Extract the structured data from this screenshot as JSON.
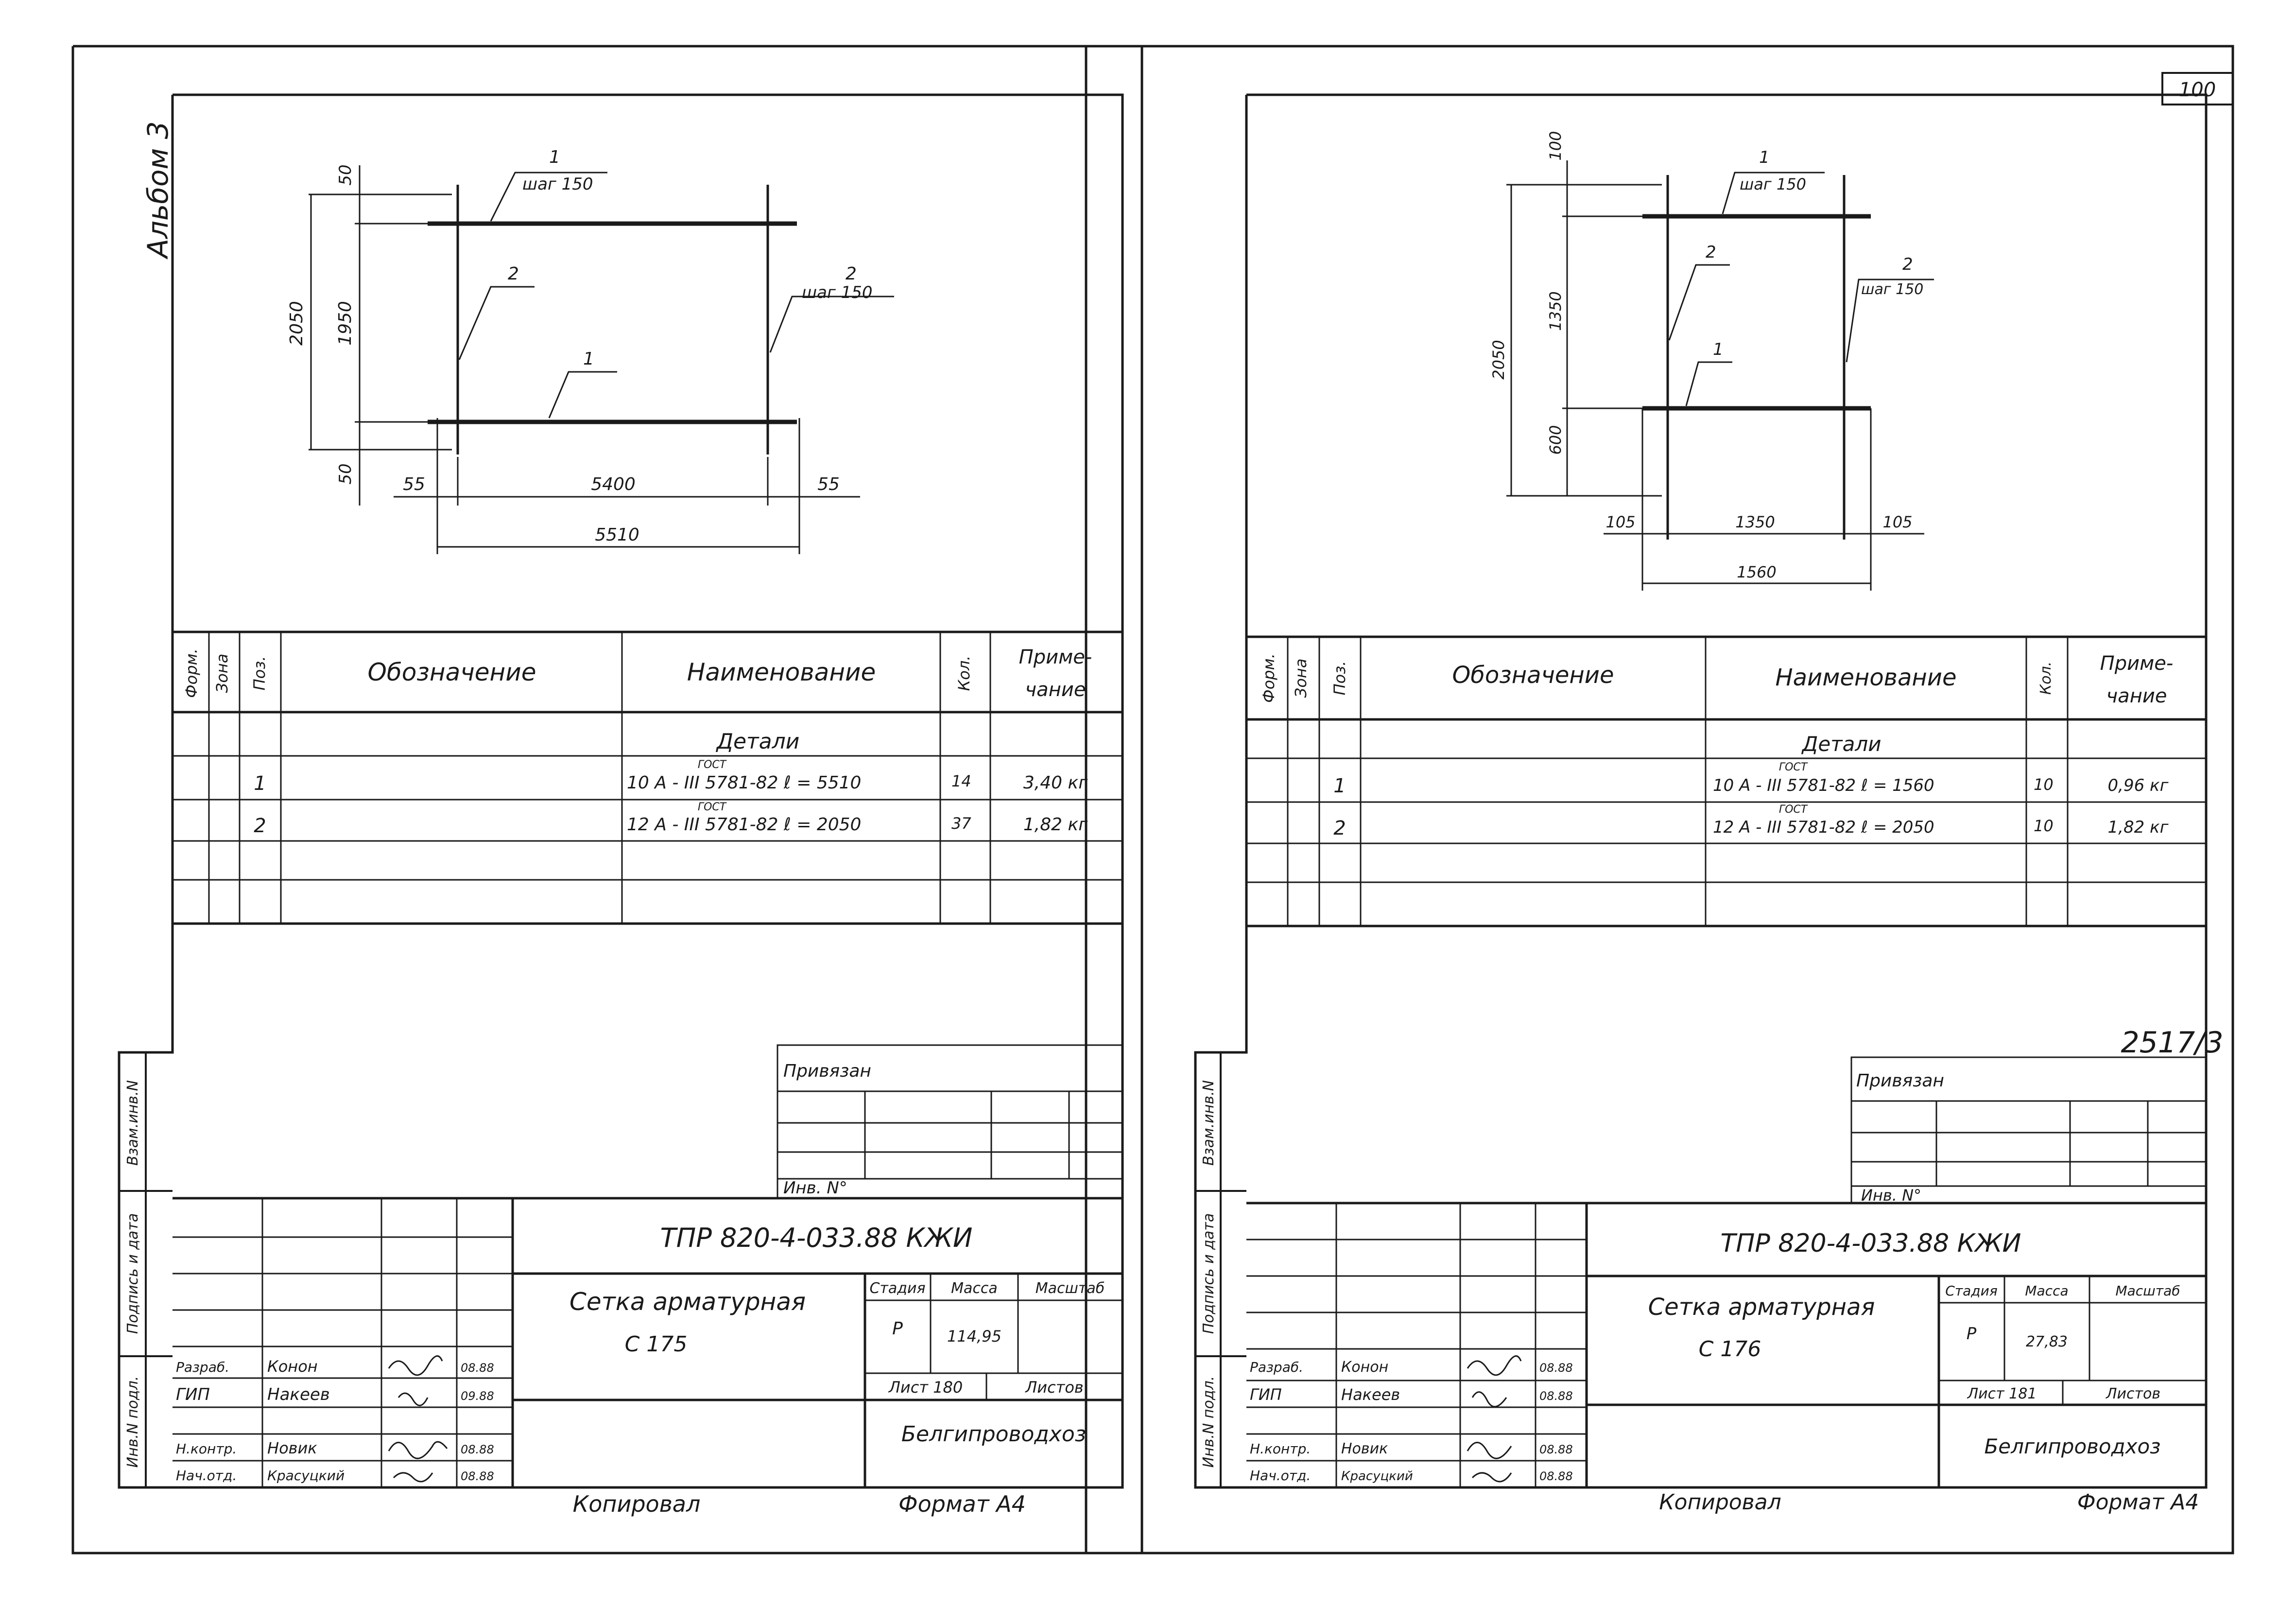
{
  "page_number": "100",
  "album_label": "Альбом 3",
  "sheet_code": "2517/3",
  "spec_headers": {
    "form": "Форм.",
    "zone": "Зона",
    "pos": "Поз.",
    "designation": "Обозначение",
    "name": "Наименование",
    "qty": "Кол.",
    "note_line1": "Приме-",
    "note_line2": "чание"
  },
  "side_labels": {
    "inv_vzam": "Взам.инв.N",
    "sign_date": "Подпись и дата",
    "inv_podl": "Инв.N подл."
  },
  "stamp_roles": {
    "role1": "Разраб.",
    "role2": "ГИП",
    "role3": "Н.контр.",
    "role4": "Нач.отд."
  },
  "footer": {
    "copied": "Копировал",
    "format": "Формат А4"
  },
  "sheets": [
    {
      "dims": {
        "top_gap": "50",
        "height_total": "2050",
        "height_inner": "1950",
        "bottom_gap": "50",
        "left_offset": "55",
        "width_inner": "5400",
        "right_offset": "55",
        "width_total": "5510",
        "leader_top_pos": "1",
        "leader_top_text": "шаг 150",
        "leader_right_pos": "2",
        "leader_right_text": "шаг 150",
        "leader_left_pos": "2",
        "leader_bottom_pos": "1"
      },
      "spec_section": "Детали",
      "rows": [
        {
          "pos": "1",
          "gost": "ГОСТ",
          "name": "10 А - III 5781-82 ℓ = 5510",
          "qty": "14",
          "note": "3,40 кг"
        },
        {
          "pos": "2",
          "gost": "ГОСТ",
          "name": "12 А - III 5781-82 ℓ = 2050",
          "qty": "37",
          "note": "1,82 кг"
        }
      ],
      "privyazan": "Привязан",
      "inv_no": "Инв. N°",
      "doc_code": "ТПР 820-4-033.88 КЖИ",
      "title_line1": "Сетка арматурная",
      "title_line2": "С 175",
      "stage_label": "Стадия",
      "mass_label": "Масса",
      "scale_label": "Масштаб",
      "stage": "Р",
      "mass": "114,95",
      "sheet_label": "Лист 180",
      "sheets_label": "Листов",
      "org": "Белгипроводхоз",
      "names": {
        "dev": "Конон",
        "gip": "Накеев",
        "nc": "Новик",
        "head": "Красуцкий"
      },
      "dates": {
        "d1": "08.88",
        "d2": "09.88",
        "d3": "08.88",
        "d4": "08.88"
      }
    },
    {
      "dims": {
        "top_gap": "100",
        "height_total": "2050",
        "height_inner": "1350",
        "bottom_gap": "600",
        "left_offset": "105",
        "width_inner": "1350",
        "right_offset": "105",
        "width_total": "1560",
        "leader_top_pos": "1",
        "leader_top_text": "шаг 150",
        "leader_right_pos": "2",
        "leader_right_text": "шаг 150",
        "leader_left_pos": "2",
        "leader_bottom_pos": "1"
      },
      "spec_section": "Детали",
      "rows": [
        {
          "pos": "1",
          "gost": "ГОСТ",
          "name": "10 А - III 5781-82 ℓ = 1560",
          "qty": "10",
          "note": "0,96 кг"
        },
        {
          "pos": "2",
          "gost": "ГОСТ",
          "name": "12 А - III 5781-82 ℓ = 2050",
          "qty": "10",
          "note": "1,82 кг"
        }
      ],
      "privyazan": "Привязан",
      "inv_no": "Инв. N°",
      "doc_code": "ТПР 820-4-033.88 КЖИ",
      "title_line1": "Сетка арматурная",
      "title_line2": "С 176",
      "stage_label": "Стадия",
      "mass_label": "Масса",
      "scale_label": "Масштаб",
      "stage": "Р",
      "mass": "27,83",
      "sheet_label": "Лист 181",
      "sheets_label": "Листов",
      "org": "Белгипроводхоз",
      "names": {
        "dev": "Конон",
        "gip": "Накеев",
        "nc": "Новик",
        "head": "Красуцкий"
      },
      "dates": {
        "d1": "08.88",
        "d2": "08.88",
        "d3": "08.88",
        "d4": "08.88"
      }
    }
  ]
}
